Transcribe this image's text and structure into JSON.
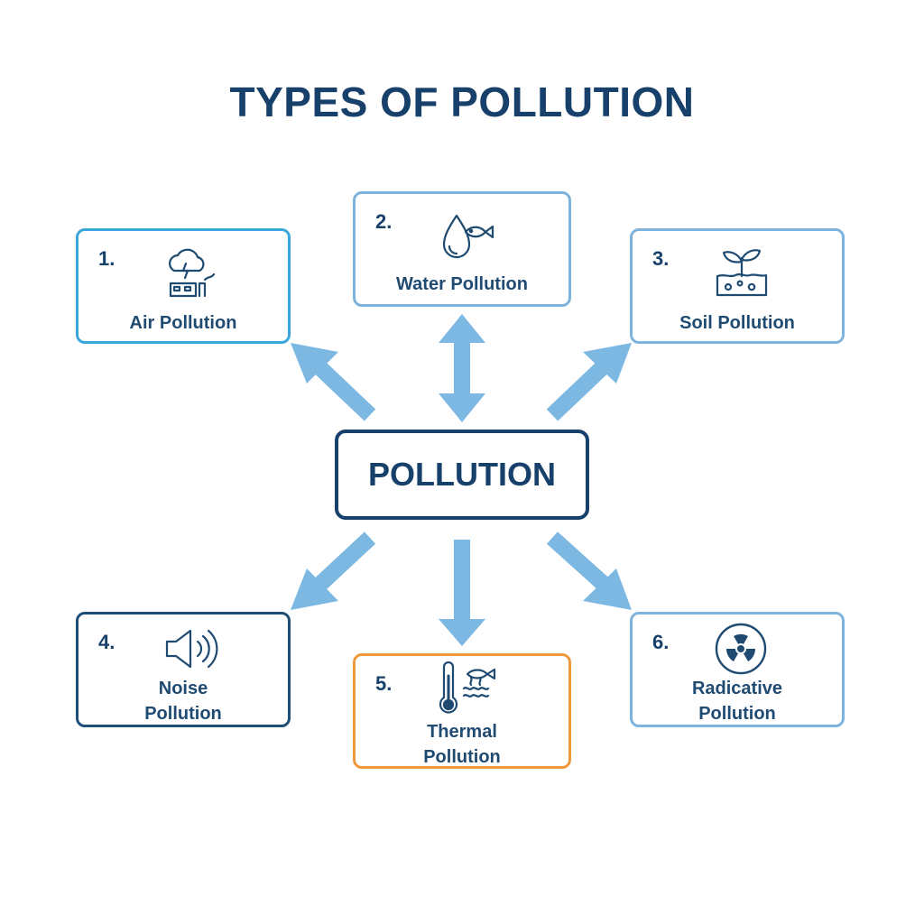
{
  "title": "TYPES OF POLLUTION",
  "center": "POLLUTION",
  "cards": [
    {
      "num": "1.",
      "label_lines": [
        "Air Pollution"
      ],
      "icon": "cloud-factory-icon",
      "border": "#3aa7dc"
    },
    {
      "num": "2.",
      "label_lines": [
        "Water Pollution"
      ],
      "icon": "water-drop-fish-icon",
      "border": "#7db3dc"
    },
    {
      "num": "3.",
      "label_lines": [
        "Soil Pollution"
      ],
      "icon": "sprout-soil-icon",
      "border": "#7db3dc"
    },
    {
      "num": "4.",
      "label_lines": [
        "Noise",
        "Pollution"
      ],
      "icon": "speaker-icon",
      "border": "#1e4d78"
    },
    {
      "num": "5.",
      "label_lines": [
        "Thermal",
        "Pollution"
      ],
      "icon": "thermometer-fish-icon",
      "border": "#ef9a3a"
    },
    {
      "num": "6.",
      "label_lines": [
        "Radicative",
        "Pollution"
      ],
      "icon": "radiation-icon",
      "border": "#7db3dc"
    }
  ],
  "colors": {
    "arrow": "#7db8e3",
    "dark_navy": "#17406a",
    "accent_orange": "#ef9a3a"
  }
}
